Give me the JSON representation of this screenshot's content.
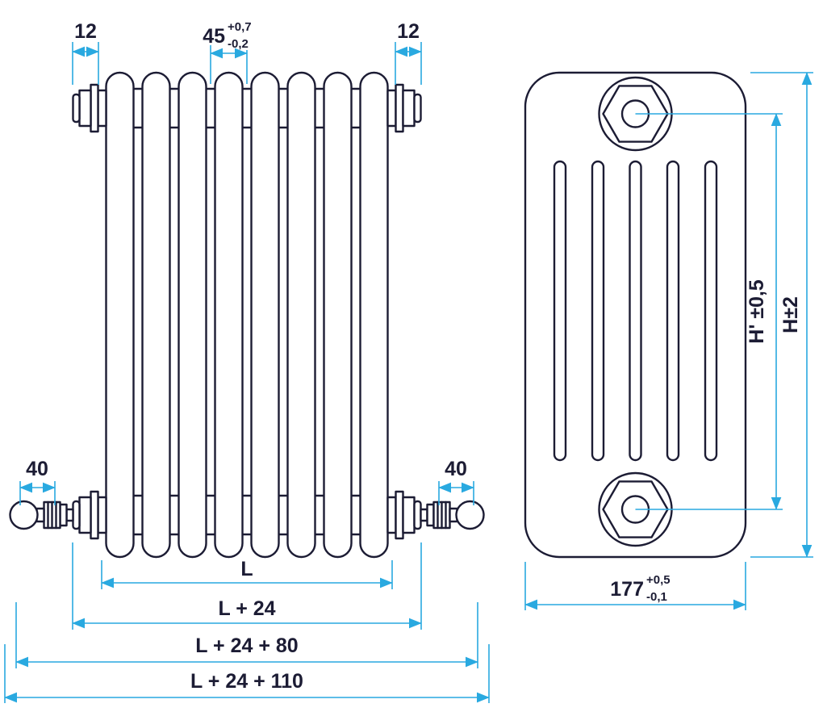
{
  "colors": {
    "outline": "#1c1c34",
    "dimension": "#29a9e0",
    "background": "#ffffff"
  },
  "front_view": {
    "dimensions": {
      "bushing_left": "12",
      "bushing_right": "12",
      "element_pitch": "45",
      "element_pitch_tol_plus": "+0,7",
      "element_pitch_tol_minus": "-0,2",
      "valve_left": "40",
      "valve_right": "40",
      "length": "L",
      "length_plus_bushings": "L + 24",
      "length_plus_valves": "L + 24 + 80",
      "length_overall": "L + 24 + 110"
    }
  },
  "side_view": {
    "dimensions": {
      "center_distance": "H' ±0,5",
      "overall_height": "H±2",
      "depth": "177",
      "depth_tol_plus": "+0,5",
      "depth_tol_minus": "-0,1"
    }
  }
}
